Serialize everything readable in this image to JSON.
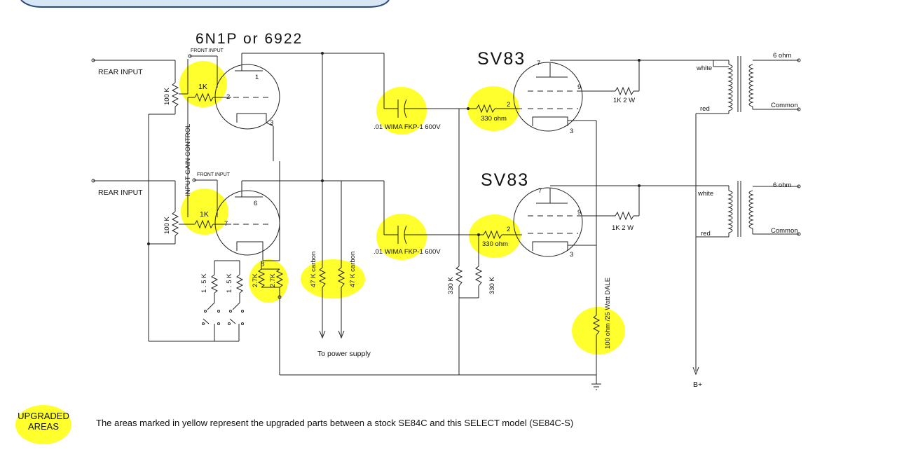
{
  "title": "6N1P or 6922",
  "tube_right_top": "SV83",
  "tube_right_bottom": "SV83",
  "labels": {
    "rear_input_top": "REAR INPUT",
    "rear_input_bottom": "REAR INPUT",
    "front_input_top": "FRONT INPUT",
    "front_input_bottom": "FRONT INPUT",
    "input_gain_control": "INPUT GAIN CONTROL",
    "pot_top": "100 K",
    "pot_bottom": "100 K",
    "grid_res_top": "1K",
    "grid_res_bottom": "1K",
    "cap_top": ".01 WIMA FKP-1 600V",
    "cap_bottom": ".01 WIMA FKP-1 600V",
    "grid_stop_top": "330 ohm",
    "grid_stop_bottom": "330 ohm",
    "screen_res_top": "1K 2 W",
    "screen_res_bottom": "1K 2 W",
    "cath_15k_a": "1 . 5 K",
    "cath_15k_b": "1 . 5 K",
    "cath_27k_a": "2.7K",
    "cath_27k_b": "2.7K",
    "plate_47k_a": "47 K carbon",
    "plate_47k_b": "47 K carbon",
    "grid_330k_a": "330 K",
    "grid_330k_b": "330 K",
    "dale": "100 ohm  /25 Watt DALE",
    "to_power_supply": "To power supply",
    "white_top": "white",
    "red_top": "red",
    "white_bottom": "white",
    "red_bottom": "red",
    "ohm6_top": "6 ohm",
    "ohm6_bottom": "6 ohm",
    "common_top": "Common",
    "common_bottom": "Common",
    "b_plus": "B+",
    "pin_1": "1",
    "pin_2a": "2",
    "pin_3a": "3",
    "pin_6": "6",
    "pin_7a": "7",
    "pin_8": "8",
    "sv_top_pin7": "7",
    "sv_top_pin9": "9",
    "sv_top_pin2": "2",
    "sv_top_pin3": "3",
    "sv_bot_pin7": "7",
    "sv_bot_pin9": "9",
    "sv_bot_pin2": "2",
    "sv_bot_pin3": "3"
  },
  "legend": {
    "badge_line1": "UPGRADED",
    "badge_line2": "AREAS",
    "highlight_color": "#ffff00",
    "text": "The areas marked in yellow represent the upgraded parts between a stock SE84C and this SELECT model (SE84C-S)"
  }
}
